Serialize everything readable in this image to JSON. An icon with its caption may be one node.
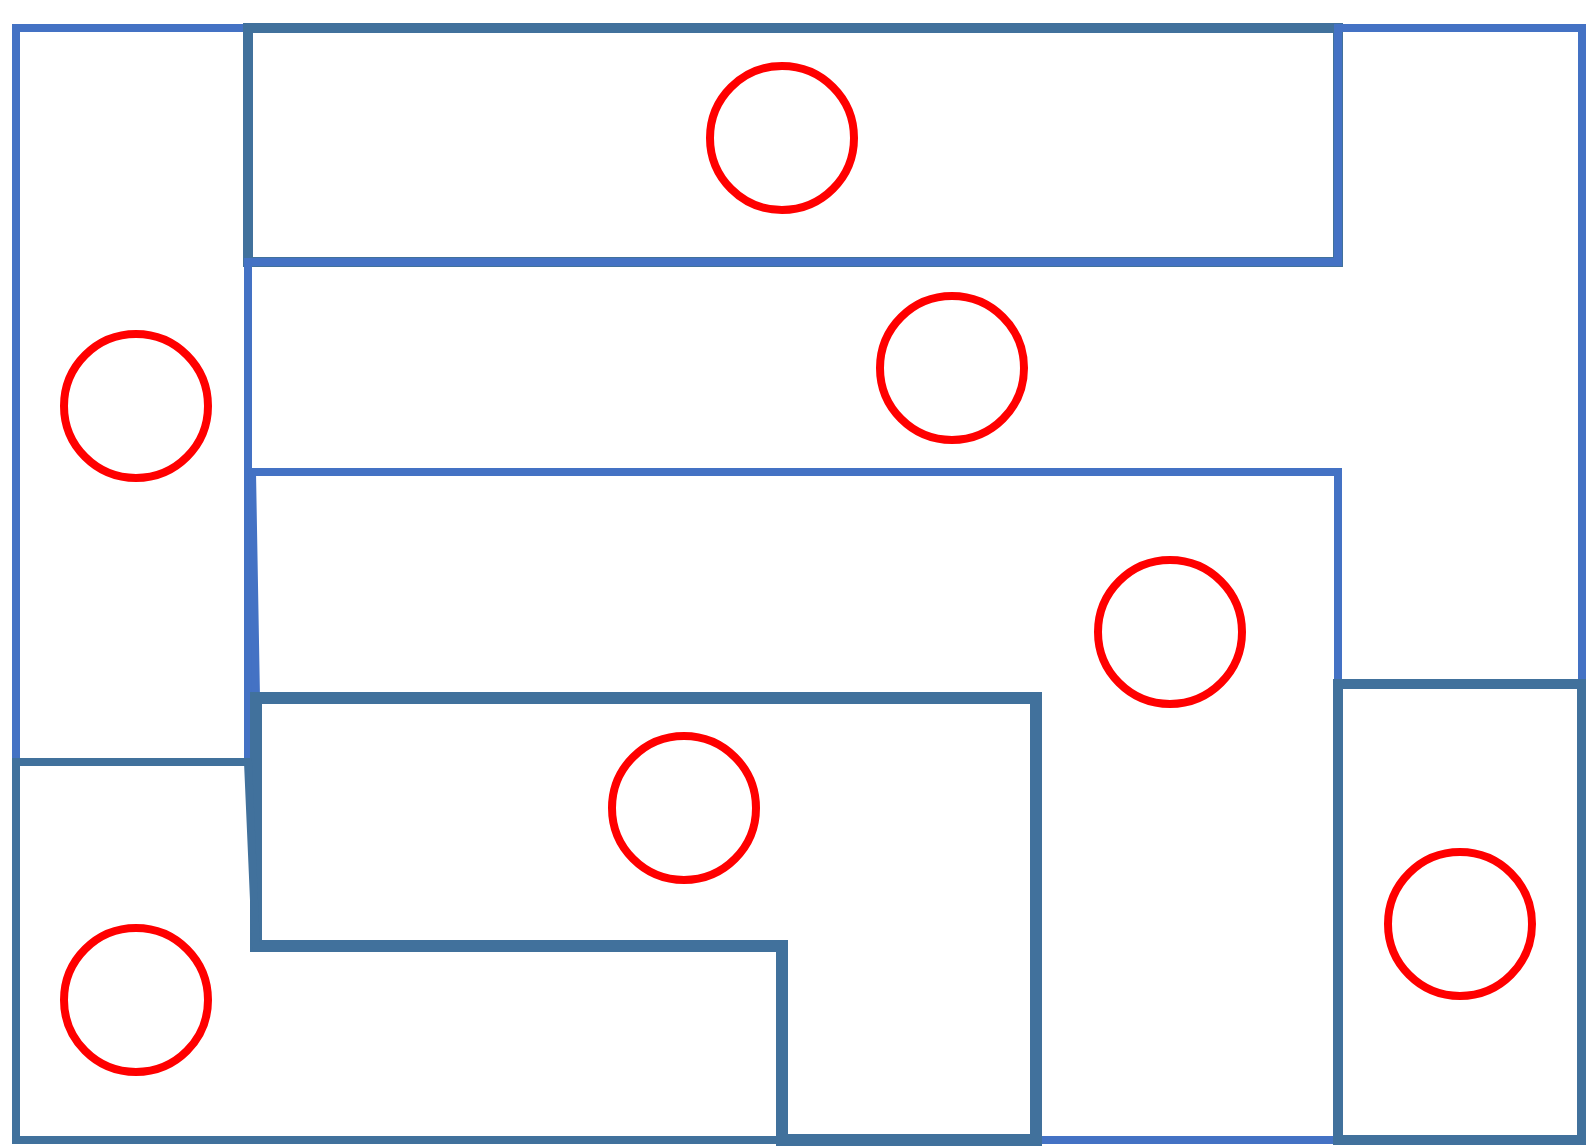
{
  "diagram": {
    "nodes": [
      {
        "text": [],
        "shape": "box"
      },
      {
        "text": [],
        "shape": "box"
      },
      {
        "text": [],
        "shape": "box"
      },
      {
        "text": [],
        "shape": "box"
      },
      {
        "text": [],
        "shape": "box"
      },
      {
        "text": [],
        "shape": "box"
      },
      {
        "text": [],
        "shape": "box"
      },
      {
        "text": [],
        "shape": "circle",
        "in": 0
      },
      {
        "text": [],
        "shape": "circle",
        "in": 1
      },
      {
        "text": [],
        "shape": "circle",
        "in": 2
      },
      {
        "text": [],
        "shape": "circle",
        "in": 3
      },
      {
        "text": [],
        "shape": "circle",
        "in": 4
      },
      {
        "text": [],
        "shape": "circle",
        "in": 5
      },
      {
        "text": [],
        "shape": "circle",
        "in": 6
      }
    ]
  }
}
